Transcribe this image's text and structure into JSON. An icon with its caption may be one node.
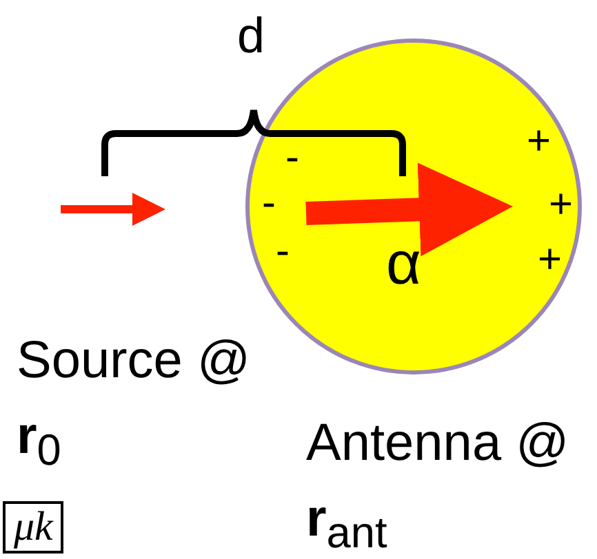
{
  "diagram": {
    "nodes": [
      {
        "text": [],
        "shape": "circle",
        "beside": [
          "Antenna @ **r**$_{ant}$"
        ]
      }
    ],
    "edges": [],
    "labels": [
      "d",
      "-",
      "-",
      "-",
      "+",
      "+",
      "+",
      "α",
      "Source @ **r**$_{0}$",
      "μk"
    ]
  }
}
